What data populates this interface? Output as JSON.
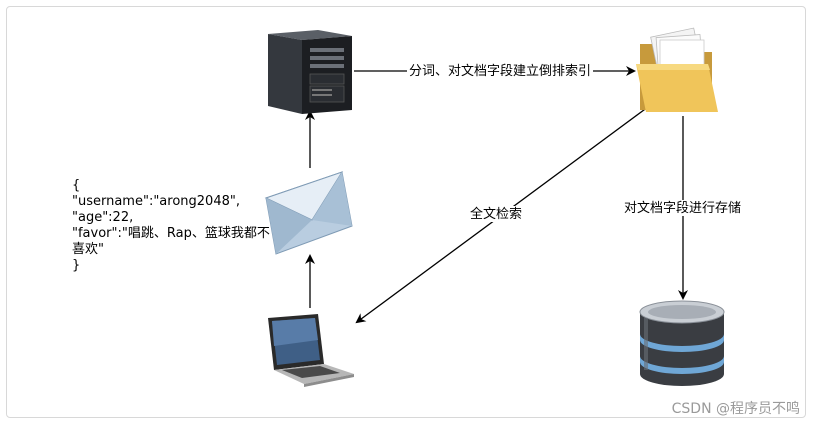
{
  "edges": {
    "server_to_folder": "分词、对文档字段建立倒排索引",
    "folder_to_laptop": "全文检索",
    "folder_to_database": "对文档字段进行存储"
  },
  "document_json": {
    "lines": [
      "{",
      "\"username\":\"arong2048\",",
      "\"age\":22,",
      "\"favor\":\"唱跳、Rap、篮球我都不",
      "喜欢\"",
      "}"
    ]
  },
  "watermark": "CSDN @程序员不鸣"
}
